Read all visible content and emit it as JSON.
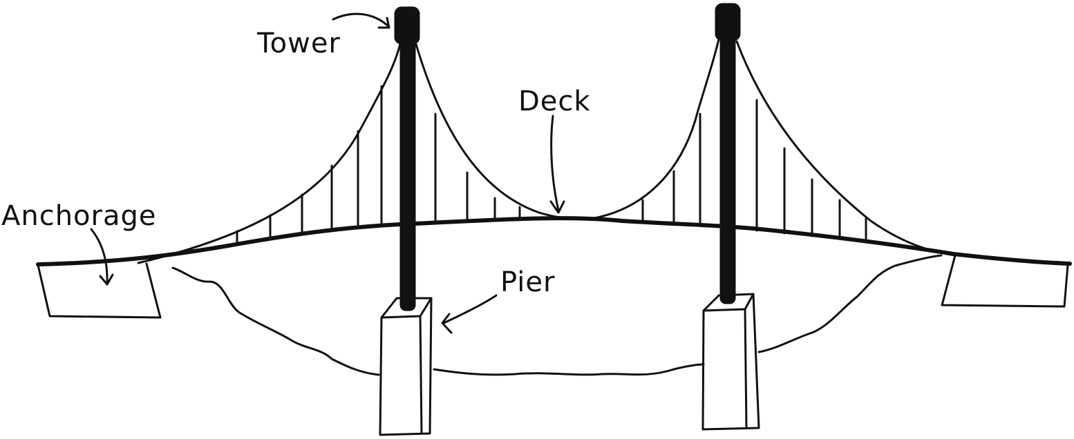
{
  "labels": {
    "tower": "Tower",
    "deck": "Deck",
    "anchorage": "Anchorage",
    "pier": "Pier"
  },
  "colors": {
    "ink": "#111111",
    "background": "#ffffff"
  }
}
